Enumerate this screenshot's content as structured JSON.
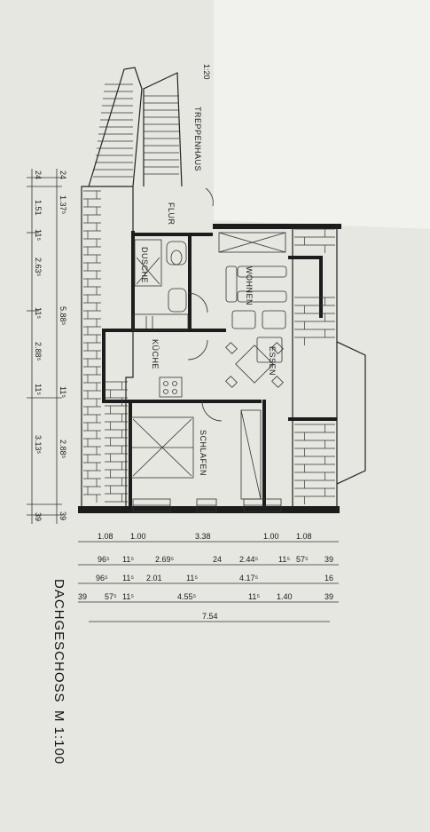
{
  "title": "DACHGESCHOSS",
  "scale": "M 1:100",
  "rooms": {
    "treppenhaus": "TREPPENHAUS",
    "flur": "FLUR",
    "dusche": "DUSCHE",
    "wohnen": "WOHNEN",
    "kueche": "KÜCHE",
    "essen": "ESSEN",
    "schlafen": "SCHLAFEN"
  },
  "dims_left_outer": [
    "24",
    "1.37⁵",
    "5.88⁵",
    "11⁵",
    "2.88⁵",
    "39"
  ],
  "dims_left_inner": [
    "24",
    "1.51",
    "11⁵",
    "2.63⁵",
    "11⁵",
    "2.88⁵",
    "11⁵",
    "3.13⁵",
    "39"
  ],
  "dims_bottom_row1": [
    "1.08",
    "1.00",
    "3.38",
    "1.00",
    "1.08"
  ],
  "dims_bottom_row2": [
    "96⁵",
    "11⁵",
    "2.69⁵",
    "24",
    "2.44⁵",
    "11⁵",
    "57⁵",
    "39"
  ],
  "dims_bottom_row3": [
    "96⁵",
    "11⁵",
    "2.01",
    "11⁵",
    "4.17⁵",
    "16"
  ],
  "dims_bottom_row4": [
    "39",
    "57⁵",
    "11⁵",
    "4.55⁵",
    "11⁵",
    "1.40",
    "39"
  ],
  "dims_bottom_total": "7.54",
  "misc_label": "1:20",
  "colors": {
    "paper": "#e6e7e1",
    "sheet": "#f1f1ee",
    "ink": "#1c1c1c"
  }
}
